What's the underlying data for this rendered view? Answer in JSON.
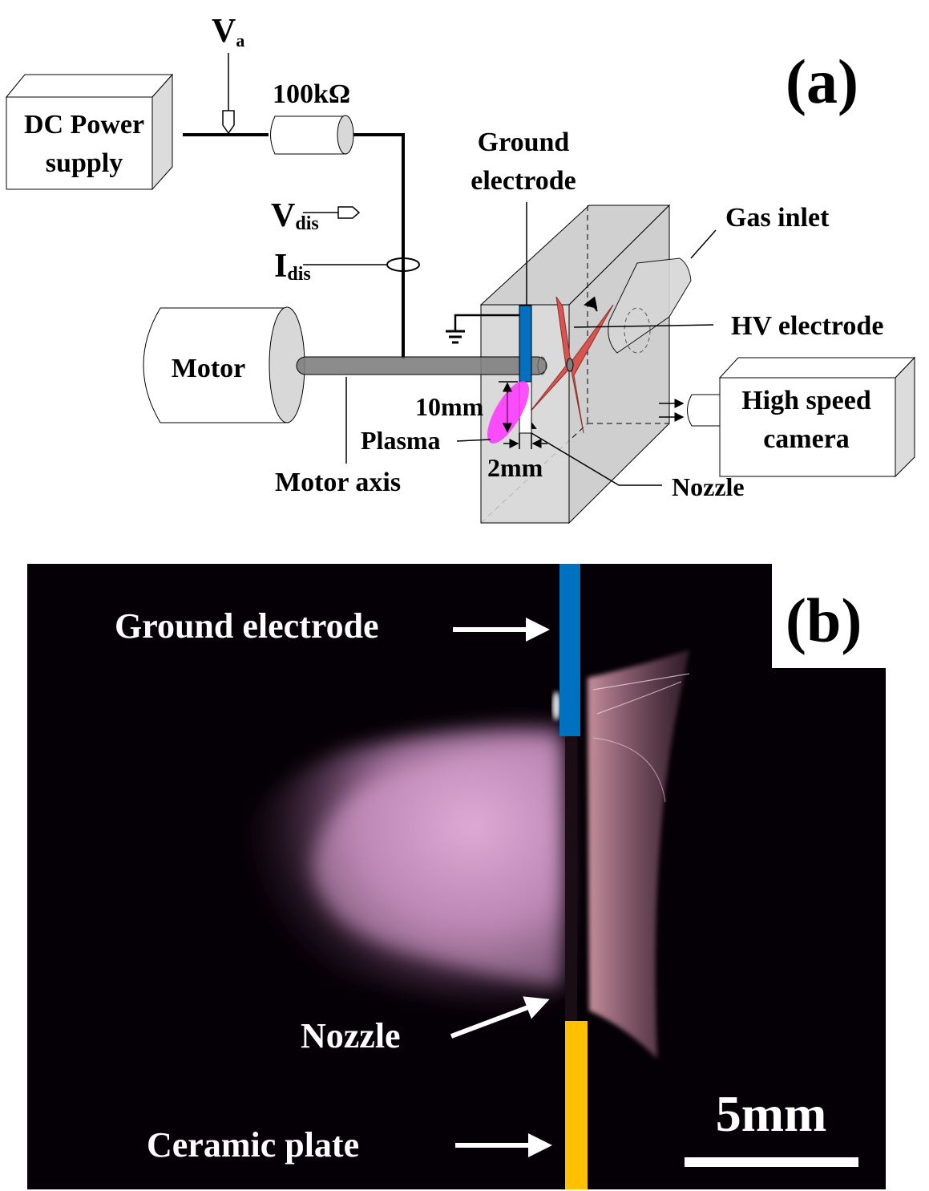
{
  "panel_a": {
    "label": "(a)",
    "power_supply": {
      "line1": "DC Power",
      "line2": "supply"
    },
    "va": {
      "main": "V",
      "sub": "a"
    },
    "resistor": "100kΩ",
    "vdis": {
      "main": "V",
      "sub": "dis"
    },
    "idis": {
      "main": "I",
      "sub": "dis"
    },
    "ground_electrode": {
      "line1": "Ground",
      "line2": "electrode"
    },
    "gas_inlet": "Gas inlet",
    "hv_electrode": "HV electrode",
    "motor": "Motor",
    "motor_axis": "Motor axis",
    "dim_10mm": "10mm",
    "plasma": "Plasma",
    "dim_2mm": "2mm",
    "nozzle": "Nozzle",
    "camera": {
      "line1": "High speed",
      "line2": "camera"
    },
    "colors": {
      "ground_electrode": "#0070c0",
      "plasma": "#ff33ff",
      "hv_electrode": "#d9534f",
      "housing": "#d4d4d4",
      "axis": "#808080"
    }
  },
  "panel_b": {
    "label": "(b)",
    "ground_electrode": "Ground electrode",
    "nozzle": "Nozzle",
    "ceramic_plate": "Ceramic plate",
    "scale_bar": "5mm",
    "colors": {
      "background": "#050005",
      "ground_electrode": "#0070c0",
      "ceramic_plate": "#ffc000",
      "plasma": "#e8a8dc"
    }
  }
}
